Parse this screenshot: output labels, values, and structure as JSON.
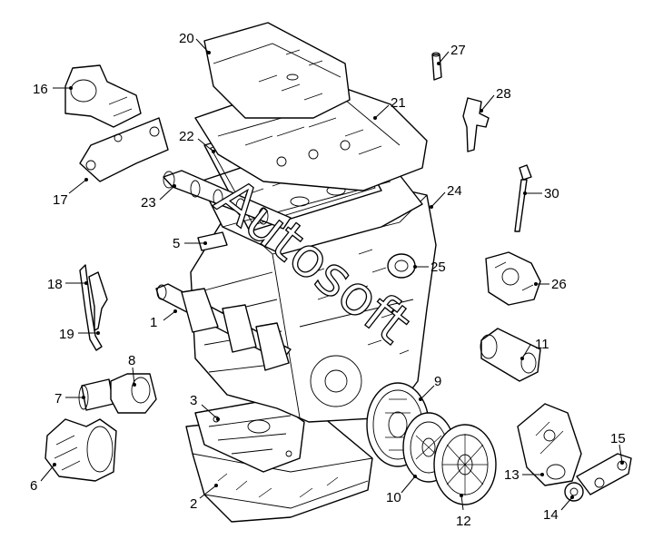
{
  "watermark": "Autosoft",
  "callouts": [
    "1",
    "2",
    "3",
    "5",
    "6",
    "7",
    "8",
    "9",
    "10",
    "11",
    "12",
    "13",
    "14",
    "15",
    "16",
    "17",
    "18",
    "19",
    "20",
    "21",
    "22",
    "23",
    "24",
    "25",
    "26",
    "27",
    "28",
    "30"
  ]
}
